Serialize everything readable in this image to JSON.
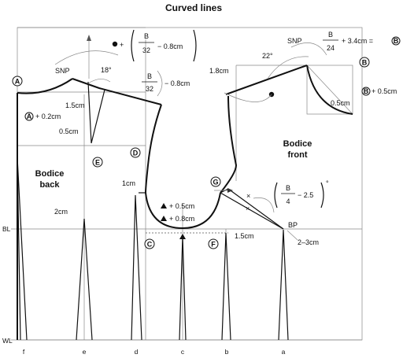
{
  "title": "Curved lines",
  "regions": {
    "back_line1": "Bodice",
    "back_line2": "back",
    "front_line1": "Bodice",
    "front_line2": "front"
  },
  "points": {
    "A": "A",
    "B": "B",
    "C": "C",
    "D": "D",
    "E": "E",
    "F": "F",
    "G": "G"
  },
  "labels": {
    "snp_back": "SNP",
    "snp_front": "SNP",
    "angle_back": "18°",
    "angle_front": "22°",
    "back_shoulder_frac_num": "B",
    "back_shoulder_frac_den": "32",
    "back_shoulder_rest": "− 0.8cm",
    "back_neck_plus": "+",
    "back_neck_frac_num": "B",
    "back_neck_frac_den": "32",
    "back_neck_rest": "− 0.8cm",
    "back_dart_width": "1.5cm",
    "back_neck_rise": "+ 0.2cm",
    "back_dart_depth": "0.5cm",
    "front_neck_frac_num": "B",
    "front_neck_frac_den": "24",
    "front_neck_rest": "+ 3.4cm =",
    "front_neck_adj": "+ 0.5cm",
    "front_corner": "0.5cm",
    "front_shoulder_drop": "1.8cm",
    "armhole_gap": "1cm",
    "armhole_add1": "+ 0.5cm",
    "armhole_add2": "+ 0.8cm",
    "side_offset": "1.5cm",
    "dart_frac_num": "B",
    "dart_frac_den": "4",
    "dart_frac_rest": "− 2.5",
    "dart_degree": "°",
    "bp": "BP",
    "bp_offset": "2–3cm",
    "back_waist_offset": "2cm",
    "bl": "BL",
    "wl": "WL"
  },
  "axis_letters": [
    "f",
    "e",
    "d",
    "c",
    "b",
    "a"
  ]
}
